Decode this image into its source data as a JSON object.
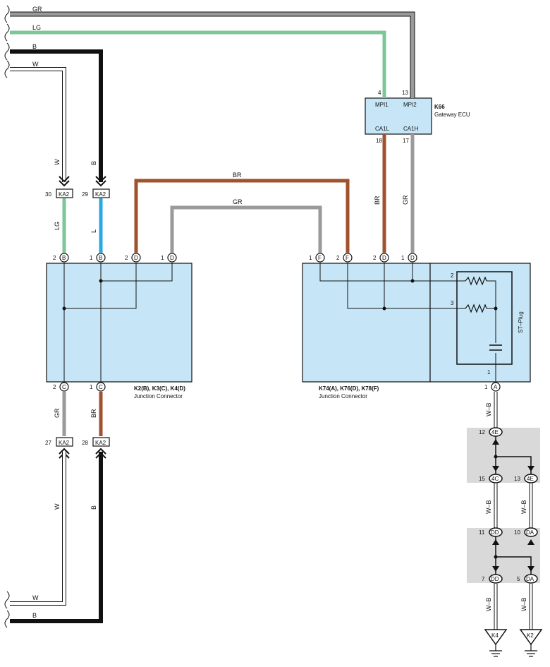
{
  "colors": {
    "GR": "#9a9a9a",
    "LG": "#7cc79a",
    "B": "#111111",
    "W": "#ffffff",
    "BR": "#a0522d",
    "L": "#29a9e1",
    "box": "#c6e6f7",
    "shade": "#d9d9d9"
  },
  "wires_left": {
    "gr": "GR",
    "lg": "LG",
    "b": "B",
    "w": "W",
    "w_vert": "W",
    "b_vert": "B",
    "lg_vert": "LG",
    "l_vert": "L",
    "gr_low": "GR",
    "br_low": "BR",
    "w_low": "W",
    "b_low": "B",
    "w_bottom": "W",
    "b_bottom": "B"
  },
  "ka2_connectors": [
    {
      "pin": "30",
      "label": "KA2"
    },
    {
      "pin": "29",
      "label": "KA2"
    },
    {
      "pin": "27",
      "label": "KA2"
    },
    {
      "pin": "28",
      "label": "KA2"
    }
  ],
  "bridge_wires": {
    "br": "BR",
    "gr": "GR"
  },
  "gateway": {
    "id": "K66",
    "name": "Gateway ECU",
    "pins": [
      {
        "num": "4",
        "name": "MPI1"
      },
      {
        "num": "13",
        "name": "MPI2"
      },
      {
        "num": "18",
        "name": "CA1L"
      },
      {
        "num": "17",
        "name": "CA1H"
      }
    ],
    "wire_br": "BR",
    "wire_gr": "GR"
  },
  "jc_left": {
    "title": "K2(B), K3(C), K4(D)",
    "subtitle": "Junction Connector",
    "top_pins": [
      {
        "num": "2",
        "letter": "B"
      },
      {
        "num": "1",
        "letter": "B"
      },
      {
        "num": "2",
        "letter": "D"
      },
      {
        "num": "1",
        "letter": "D"
      }
    ],
    "bottom_pins": [
      {
        "num": "2",
        "letter": "C"
      },
      {
        "num": "1",
        "letter": "C"
      }
    ]
  },
  "jc_right": {
    "title": "K74(A), K76(D), K78(F)",
    "subtitle": "Junction Connector",
    "top_pins": [
      {
        "num": "1",
        "letter": "F"
      },
      {
        "num": "2",
        "letter": "F"
      },
      {
        "num": "2",
        "letter": "D"
      },
      {
        "num": "1",
        "letter": "D"
      }
    ],
    "bottom_pin": {
      "num": "1",
      "letter": "A"
    },
    "st_plug": "ST–Plug",
    "st_pins": [
      "2",
      "3",
      "1"
    ]
  },
  "ground_chain": {
    "wire": "W–B",
    "connectors": [
      {
        "num": "12",
        "label": "4E"
      },
      {
        "num": "15",
        "label": "4C"
      },
      {
        "num": "13",
        "label": "4E"
      },
      {
        "num": "11",
        "label": "DD"
      },
      {
        "num": "10",
        "label": "DA"
      },
      {
        "num": "7",
        "label": "DD"
      },
      {
        "num": "5",
        "label": "DA"
      }
    ],
    "grounds": [
      "K4",
      "K2"
    ]
  }
}
